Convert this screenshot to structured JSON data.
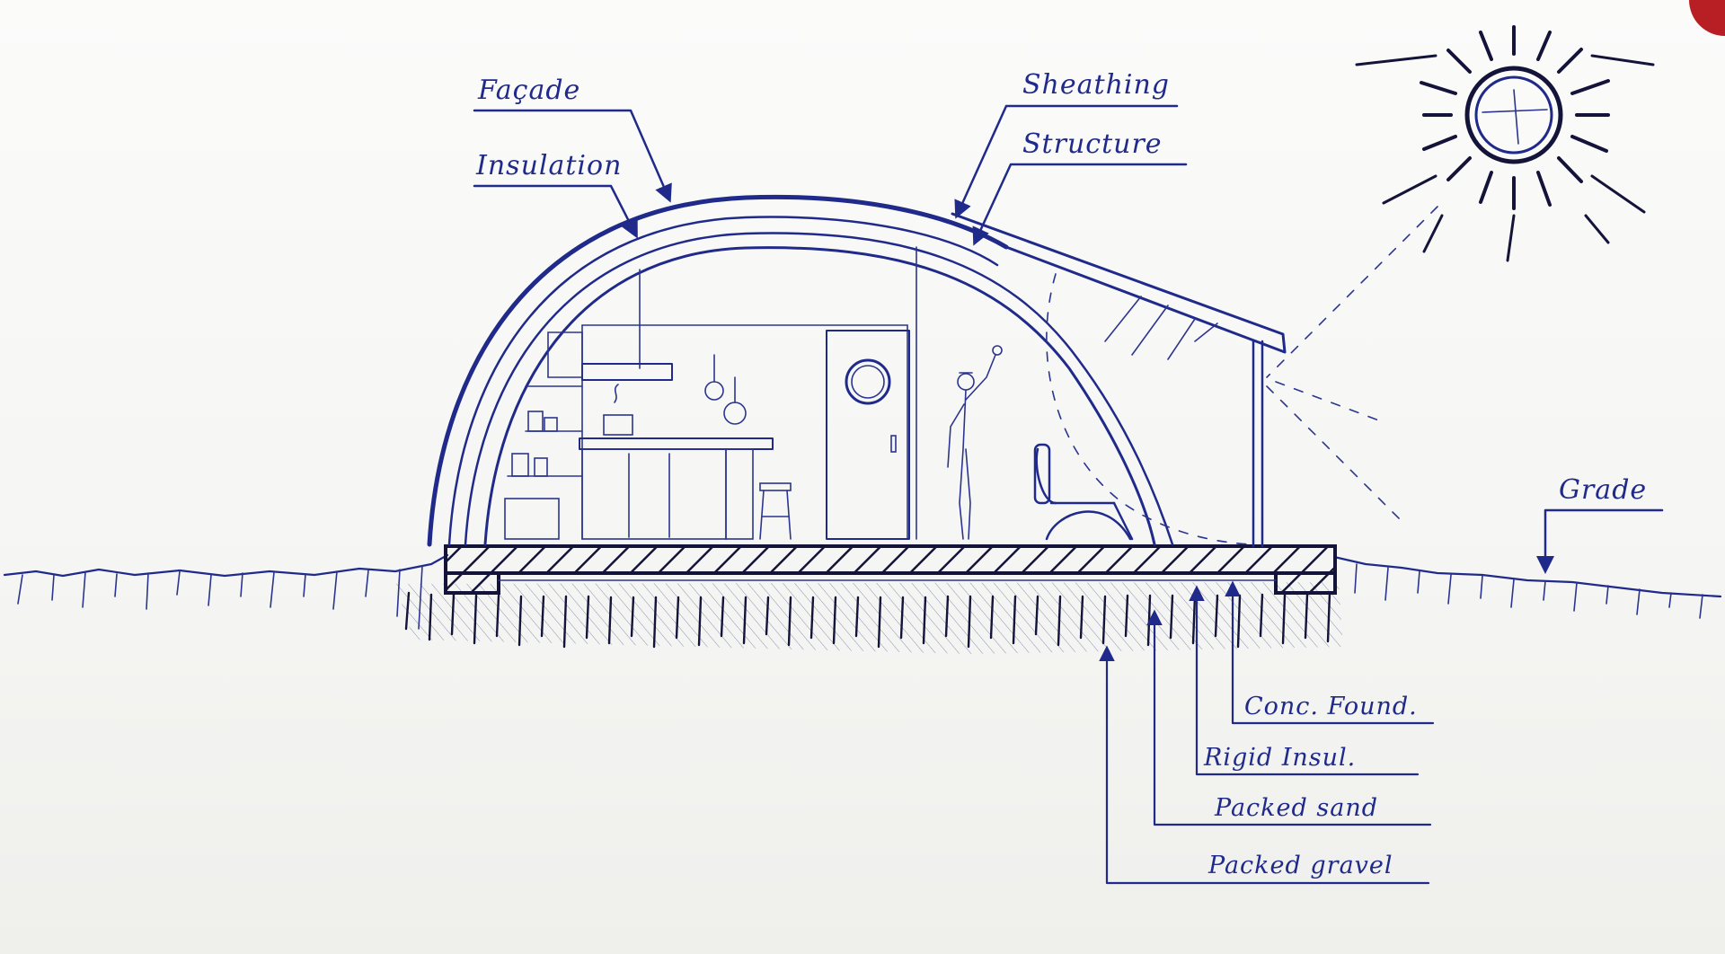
{
  "labels": {
    "facade": "Façade",
    "insulation": "Insulation",
    "sheathing": "Sheathing",
    "structure": "Structure",
    "grade": "Grade",
    "conc_found": "Conc. Found.",
    "rigid_insul": "Rigid Insul.",
    "packed_sand": "Packed sand",
    "packed_gravel": "Packed gravel"
  },
  "colors": {
    "ink": "#1f2a8a",
    "paper": "#f6f6f4",
    "corner_accent": "#b81f24"
  },
  "icons": [
    "sun-icon",
    "porthole-window-icon",
    "chair-icon",
    "stool-icon",
    "human-figure-icon",
    "pot-icon",
    "pan-icon"
  ]
}
